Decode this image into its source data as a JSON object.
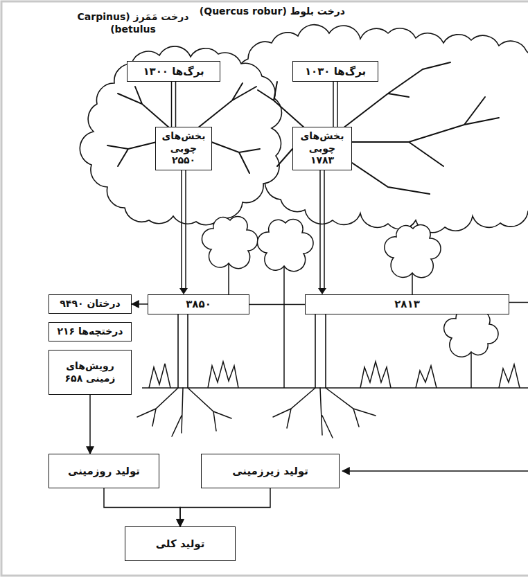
{
  "diagram": {
    "nodes": [
      {
        "text": [
          "برگ‌ها ۱۳۰۰"
        ]
      },
      {
        "text": [
          "بخش‌های چوبی ۲۵۵۰"
        ]
      },
      {
        "text": [
          "برگ‌ها ۱۰۳۰"
        ]
      },
      {
        "text": [
          "بخش‌های چوبی ۱۷۸۳"
        ]
      },
      {
        "text": [
          "۳۸۵۰"
        ]
      },
      {
        "text": [
          "۲۸۱۳"
        ]
      },
      {
        "text": [
          "درختان ۹۴۹۰"
        ]
      },
      {
        "text": [
          "درختچه‌ها ۲۱۶"
        ]
      },
      {
        "text": [
          "رویش‌های زمینی ۶۵۸"
        ]
      },
      {
        "text": [
          "تولید روزمینی"
        ]
      },
      {
        "text": [
          "تولید زیرزمینی"
        ]
      },
      {
        "text": [
          "تولید کلی"
        ]
      }
    ],
    "edges": [
      {
        "from": 0,
        "to": 1,
        "arrow": "none"
      },
      {
        "from": 1,
        "to": 4,
        "arrow": "to"
      },
      {
        "from": 2,
        "to": 3,
        "arrow": "none"
      },
      {
        "from": 3,
        "to": 5,
        "arrow": "to"
      },
      {
        "from": 5,
        "to": 4,
        "arrow": "none"
      },
      {
        "from": 4,
        "to": 6,
        "arrow": "to"
      },
      {
        "from": 8,
        "to": 9,
        "arrow": "to"
      },
      {
        "from": 9,
        "to": 11,
        "arrow": "to"
      },
      {
        "from": 10,
        "to": 11,
        "arrow": "to"
      }
    ],
    "labels": [
      "درخت بلوط (Quercus robur)",
      "درخت مَمَرز (Carpinus betulus)"
    ]
  }
}
